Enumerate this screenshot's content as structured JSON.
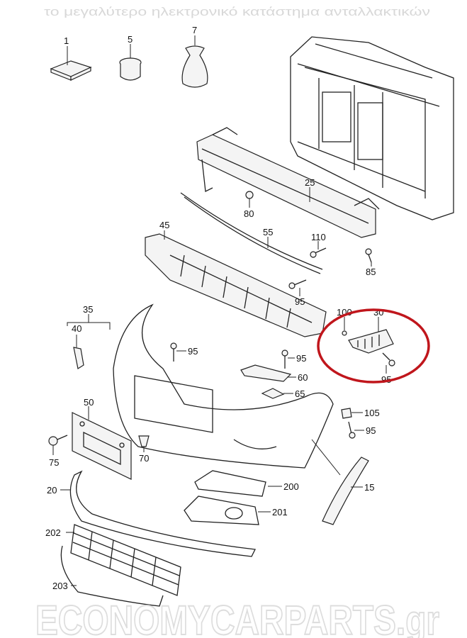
{
  "diagram": {
    "watermark": {
      "brand": "ECONOMYCARPARTS.gr",
      "tagline": "το μεγαλύτερο ηλεκτρονικό κατάστημα ανταλλακτικών"
    },
    "highlight_color": "#c0161c",
    "part_numbers": {
      "p1": "1",
      "p5": "5",
      "p7": "7",
      "p25": "25",
      "p80": "80",
      "p55": "55",
      "p45": "45",
      "p110": "110",
      "p85": "85",
      "p95a": "95",
      "p35": "35",
      "p40": "40",
      "p100": "100",
      "p30": "30",
      "p95b": "95",
      "p95c": "95",
      "p60": "60",
      "p95d": "95",
      "p65": "65",
      "p50": "50",
      "p105": "105",
      "p95e": "95",
      "p75": "75",
      "p70": "70",
      "p20": "20",
      "p200": "200",
      "p15": "15",
      "p201": "201",
      "p202": "202",
      "p203": "203"
    }
  }
}
